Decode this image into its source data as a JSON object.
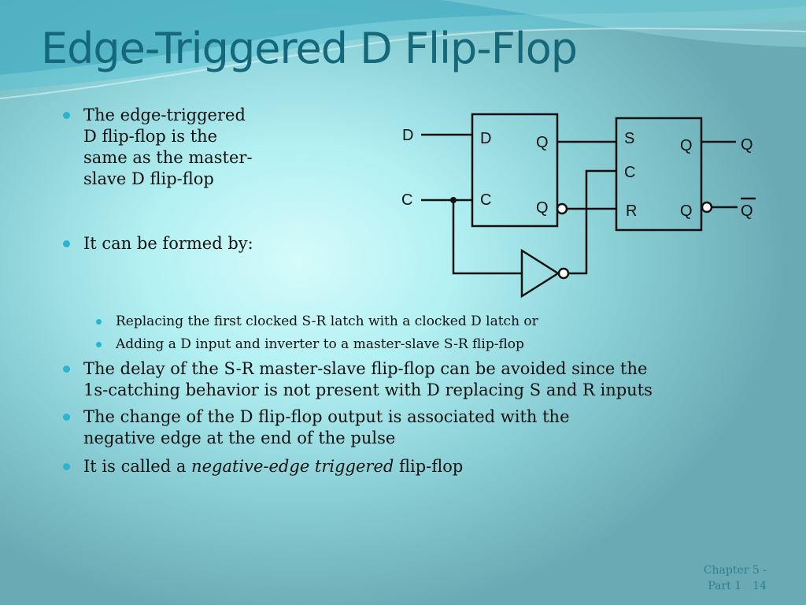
{
  "slide": {
    "title": "Edge-Triggered D Flip-Flop",
    "bullets": [
      {
        "line1": "The edge-triggered",
        "line2": "D flip-flop is the",
        "line3": "same as the master-",
        "line4": "slave D flip-flop"
      },
      {
        "text": "It can be formed by:"
      }
    ],
    "sub_bullets": [
      "Replacing the first clocked S-R latch with a clocked D latch or",
      "Adding a D input and inverter to a master-slave S-R flip-flop"
    ],
    "bullets_after": [
      {
        "line1": "The delay of the S-R master-slave flip-flop can be avoided since the",
        "line2": "1s-catching behavior is not present with D replacing S and R inputs"
      },
      {
        "line1": "The change of the D flip-flop output is associated with the",
        "line2": "negative edge at the end of the pulse"
      },
      {
        "prefix": "It is called a ",
        "emphasis": "negative-edge triggered",
        "suffix": " flip-flop"
      }
    ]
  },
  "diagram": {
    "input_d": "D",
    "input_c": "C",
    "latch1": {
      "d": "D",
      "c": "C",
      "q": "Q",
      "qbar": "Q"
    },
    "latch2": {
      "s": "S",
      "c": "C",
      "r": "R",
      "q": "Q",
      "qbar": "Q"
    },
    "output_q": "Q",
    "output_qbar": "Q"
  },
  "footer": {
    "line1": "Chapter 5 -",
    "line2": "Part 1",
    "page": "14"
  },
  "colors": {
    "title": "#15677a",
    "bullet": "#2bb3cf",
    "footer": "#2f7f90"
  }
}
